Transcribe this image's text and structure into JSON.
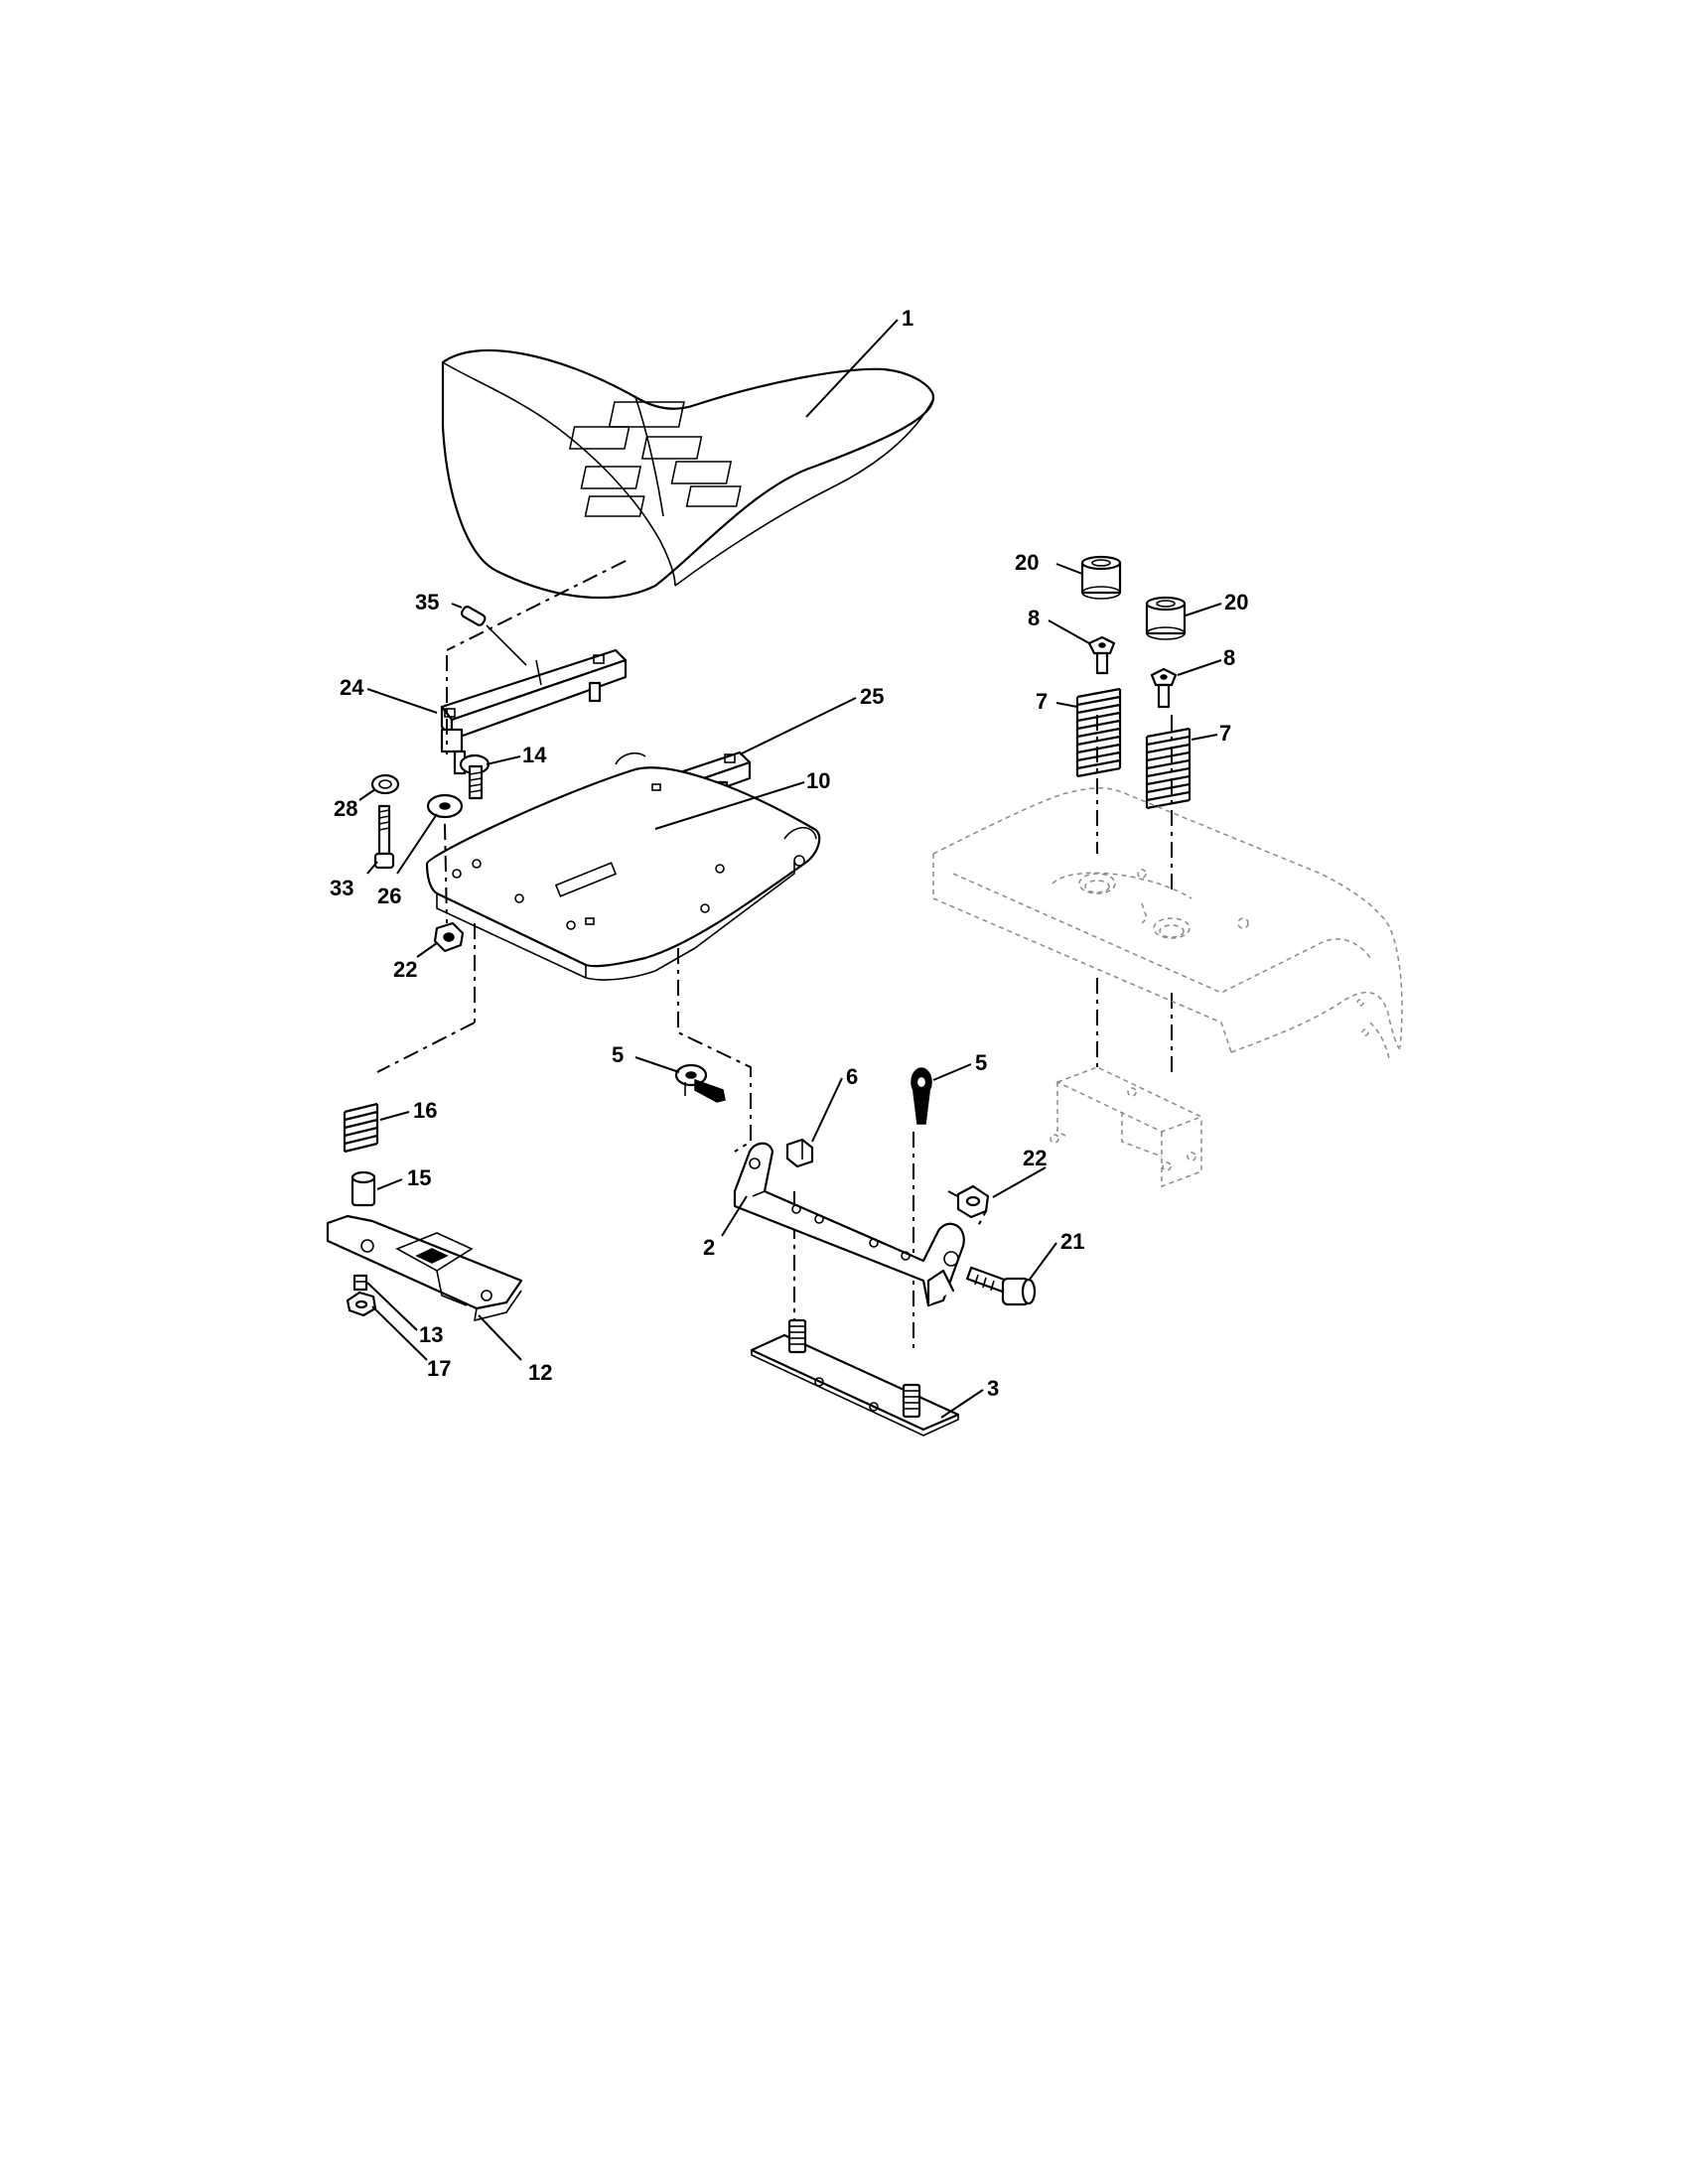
{
  "callouts": {
    "c1": "1",
    "c2": "2",
    "c3": "3",
    "c5a": "5",
    "c5b": "5",
    "c6": "6",
    "c7a": "7",
    "c7b": "7",
    "c8a": "8",
    "c8b": "8",
    "c10": "10",
    "c12": "12",
    "c13": "13",
    "c14": "14",
    "c15": "15",
    "c16": "16",
    "c17": "17",
    "c20a": "20",
    "c20b": "20",
    "c21": "21",
    "c22a": "22",
    "c22b": "22",
    "c24": "24",
    "c25": "25",
    "c26": "26",
    "c28": "28",
    "c33": "33",
    "c35": "35"
  }
}
